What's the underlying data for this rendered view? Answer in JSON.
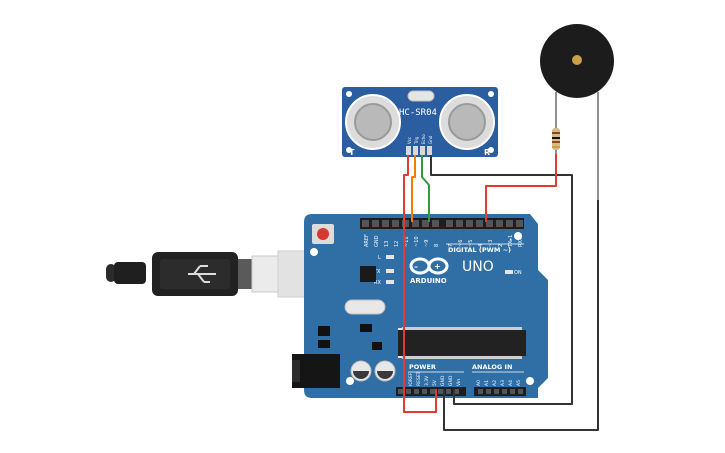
{
  "sensor": {
    "model": "HC-SR04",
    "left_mark": "T",
    "right_mark": "R",
    "pins": [
      "Vcc",
      "Trig",
      "Echo",
      "Gnd"
    ]
  },
  "board": {
    "brand": "ARDUINO",
    "model": "UNO",
    "digital_header": "DIGITAL (PWM ~)",
    "power_header": "POWER",
    "analog_header": "ANALOG IN",
    "on_label": "ON",
    "led_labels": [
      "L",
      "TX",
      "RX"
    ],
    "top_pins": [
      "AREF",
      "GND",
      "13",
      "12",
      "~11",
      "~10",
      "~9",
      "8",
      "7",
      "~6",
      "~5",
      "4",
      "~3",
      "2",
      "TX▸1",
      "RX◂0"
    ],
    "power_pins": [
      "IOREF",
      "RESET",
      "3.3V",
      "5V",
      "GND",
      "GND",
      "Vin"
    ],
    "analog_pins": [
      "A0",
      "A1",
      "A2",
      "A3",
      "A4",
      "A5"
    ]
  },
  "colors": {
    "board": "#2f6fa6",
    "sensor": "#2a5ea0",
    "wire_red": "#e53935",
    "wire_orange": "#f57c00",
    "wire_green": "#2e9b3c",
    "wire_black": "#333333"
  }
}
